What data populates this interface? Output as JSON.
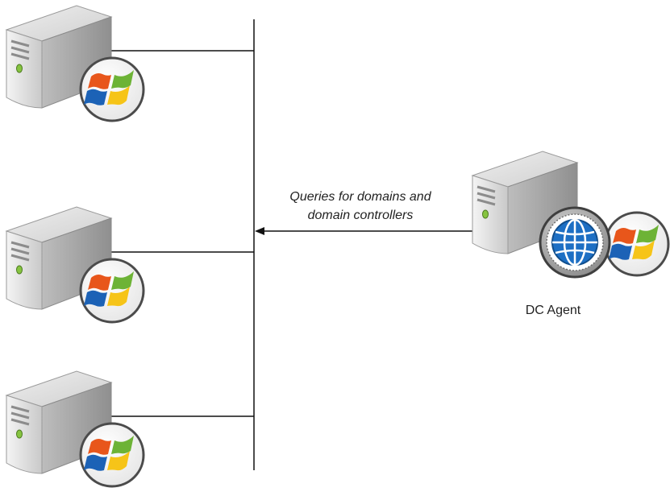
{
  "diagram": {
    "connection_label_line1": "Queries for domains and",
    "connection_label_line2": "domain controllers",
    "agent_label": "DC Agent"
  },
  "icons": {
    "server": "server-tower-icon",
    "windows": "windows-logo-icon",
    "globe": "globe-icon",
    "arrow": "arrowhead-icon"
  },
  "colors": {
    "line": "#111111",
    "windows_red": "#e8561b",
    "windows_green": "#6db336",
    "windows_blue": "#1c62b6",
    "windows_yellow": "#f6c418",
    "globe_blue": "#1d6fc4"
  }
}
